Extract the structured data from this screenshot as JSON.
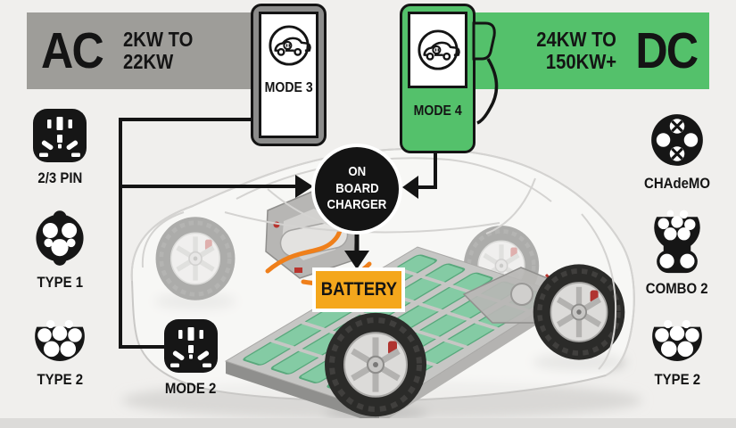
{
  "banners": {
    "ac": {
      "label": "AC",
      "power_line1": "2KW TO",
      "power_line2": "22KW",
      "color": "#9e9d99"
    },
    "dc": {
      "label": "DC",
      "power_line1": "24KW TO",
      "power_line2": "150KW+",
      "color": "#54c16b"
    }
  },
  "mode_boxes": {
    "mode3": {
      "label": "MODE 3",
      "icon": "car-charging-icon"
    },
    "mode4": {
      "label": "MODE 4",
      "icon": "car-charging-icon"
    },
    "mode2": {
      "label": "MODE 2",
      "icon": "mains-plug-icon"
    }
  },
  "onboard_charger": {
    "line1": "ON",
    "line2": "BOARD",
    "line3": "CHARGER",
    "color": "#141414"
  },
  "battery": {
    "label": "BATTERY",
    "color": "#f4a71c"
  },
  "ac_connectors": [
    {
      "label": "2/3 PIN",
      "icon": "mains-plug-icon"
    },
    {
      "label": "TYPE 1",
      "icon": "type1-connector-icon"
    },
    {
      "label": "TYPE 2",
      "icon": "type2-connector-icon"
    }
  ],
  "dc_connectors": [
    {
      "label": "CHAdeMO",
      "icon": "chademo-connector-icon"
    },
    {
      "label": "COMBO 2",
      "icon": "combo2-connector-icon"
    },
    {
      "label": "TYPE 2",
      "icon": "type2-connector-icon"
    }
  ]
}
